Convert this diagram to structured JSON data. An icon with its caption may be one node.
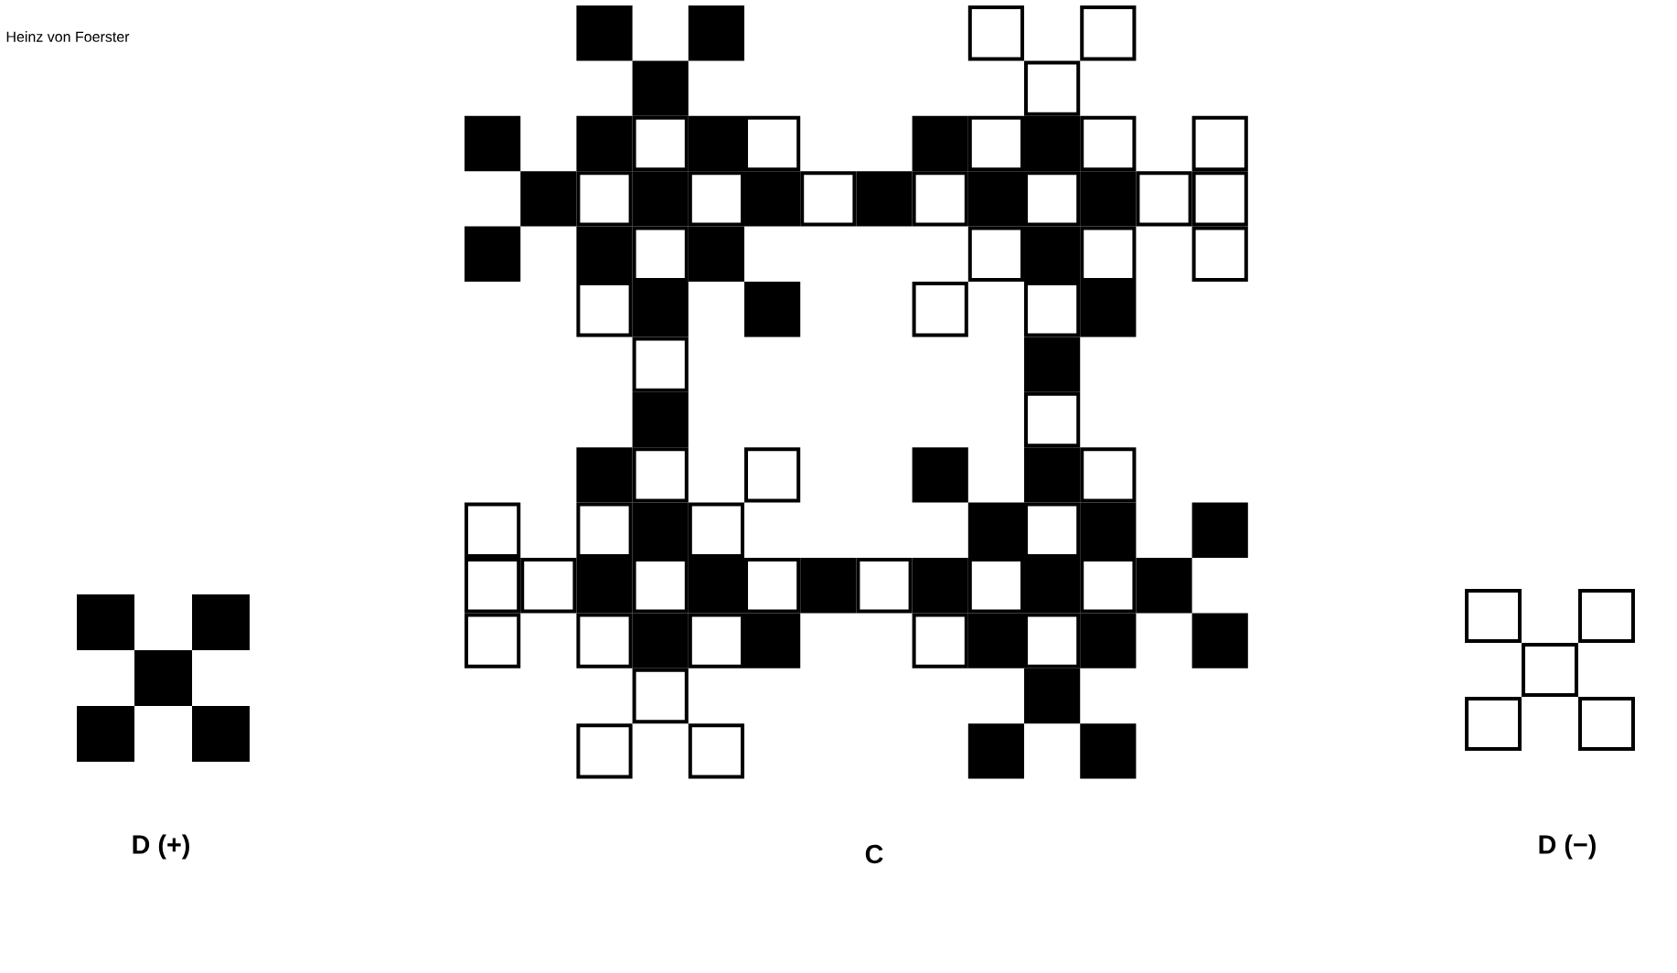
{
  "diagram": {
    "labels": [
      "Heinz von Foerster",
      "D (+)",
      "C",
      "D (−)"
    ]
  }
}
